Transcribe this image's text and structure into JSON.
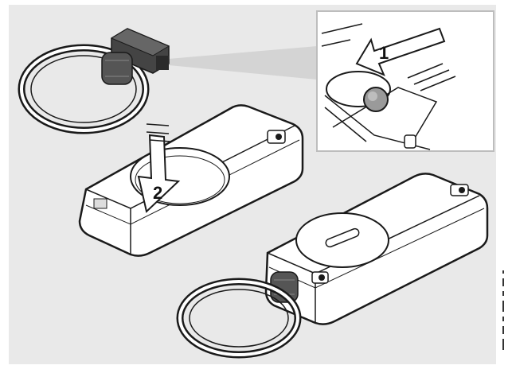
{
  "figure": {
    "steps": [
      {
        "number": "1",
        "action": "arrow"
      },
      {
        "number": "2",
        "action": "arrow"
      }
    ],
    "colors": {
      "panel_background": "#e9e9e9",
      "outline": "#1a1a1a",
      "key_body": "#ffffff",
      "coin_cell": "#9a9a9a",
      "callout_background": "#ffffff"
    },
    "icons": [
      "key-fob-icon",
      "key-ring-icon",
      "battery-icon",
      "arrow-icon"
    ]
  }
}
